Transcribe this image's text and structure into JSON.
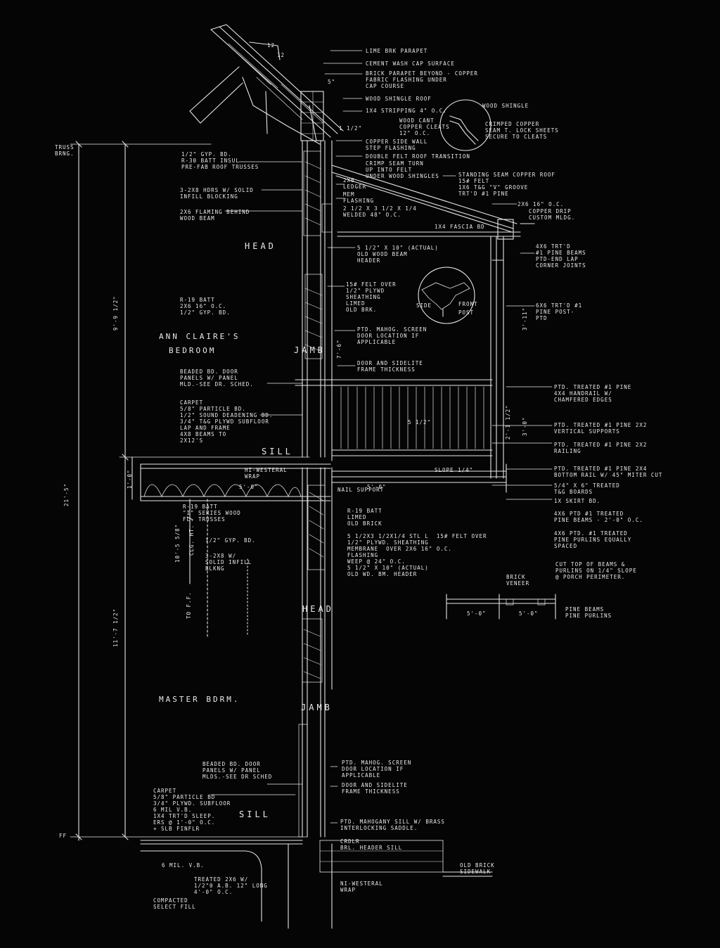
{
  "drawing": {
    "rooms": {
      "upper": [
        "ANN CLAIRE'S",
        "BEDROOM"
      ],
      "lower": "MASTER BDRM."
    },
    "section_labels": {
      "head_upper": "HEAD",
      "jamb_upper": "JAMB",
      "sill_upper": "SILL",
      "head_lower": "HEAD",
      "jamb_lower": "JAMB",
      "sill_lower": "SILL"
    },
    "left_notes": {
      "truss_brg": "TRUSS\nBRNG.",
      "ceiling": "1/2\" GYP. BD.\nR-30 BATT INSUL\nPRE-FAB ROOF TRUSSES",
      "hdrs": "3-2x8 HDRS W/ SOLID\nINFILL BLOCKING",
      "framing": "2x6 FLAMING BEHIND\nWOOD BEAM",
      "wall": "R-19 BATT\n2x6 16\" O.C.\n1/2\" GYP. BD.",
      "door_panels": "BEADED BD. DOOR\nPANELS W/ PANEL\nMLD.-SEE DR. SCHED.",
      "floor": "CARPET\n5/8\" PARTICLE BD.\n1/2\" SOUND DEADENING BD.\n3/4\" T&G PLYWD SUBFLOOR\nLAP AND FRAME\n4x8 BEAMS TO\n2x12'S",
      "truss_floor": "R-19 BATT\n\"I\" SERIES WOOD\nFL. TRUSSES",
      "gyp": "1/2\" GYP. BD.",
      "infill": "3-2x8 W/\nSOLID INFILL\nBLKNG",
      "door_panels_lower": "BEADED BD. DOOR\nPANELS W/ PANEL\nMLDS.-SEE DR SCHED",
      "floor_lower": "CARPET\n5/8\" PARTICLE BD\n3/4\" PLYWD. SUBFLOOR\n6 MIL V.B.\n1x4 TRT'D SLEEP.\nERS @ 1'-0\" O.C.\n+ SLB FINFLR",
      "vb": "6 MIL. V.B.",
      "bolts": "TREATED 2x6 W/\n1/2\"0 A.B. 12\" LONG\n4'-0\" O.C.",
      "fill": "COMPACTED\nSELECT FILL",
      "ff": "FF"
    },
    "center_notes": {
      "parapet": "LIME BRK PARAPET",
      "cap": "CEMENT WASH CAP SURFACE",
      "brick_parapet": "BRICK PARAPET BEYOND - COPPER\nFABRIC FLASHING UNDER\nCAP COURSE",
      "shingle_roof": "WOOD SHINGLE ROOF",
      "stripping": "1x4 STRIPPING 4\" O.C.",
      "cant": "WOOD CANT\nCOPPER CLEATS\n12\" O.C.",
      "side_wall": "COPPER SIDE WALL\nSTEP FLASHING",
      "transition": "DOUBLE FELT ROOF TRANSITION",
      "crimp": "CRIMP SEAM TURN\nUP INTO FELT\nUNDER WOOD SHINGLES",
      "ledger": "2x6\nLEDGER",
      "mem": "MEM\nFLASHING",
      "weep": "2 1/2 x 3 1/2 x 1/4\nWELDED 48\" O.C.",
      "beam_header": "5 1/2\" x 10\" (ACTUAL)\nOLD WOOD BEAM\nHEADER",
      "felt_over": "15# FELT OVER\n1/2\" PLYWD\nSHEATHING\nLIMED\nOLD BRK.",
      "screen": "PTD. MAHOG. SCREEN\nDOOR LOCATION IF\nAPPLICABLE",
      "sidelite": "DOOR AND SIDELITE\nFRAME THICKNESS",
      "vapor": "HI-WESTERAL\nWRAP",
      "nail": "NAIL SUPPORT",
      "batt": "R-19 BATT\nLIMED\nOLD BRICK",
      "felt_lower": "5 1/2x3 1/2x1/4 STL L  15# FELT OVER\n1/2\" PLYWD. SHEATHING\nMEMBRANE  OVER 2x6 16\" O.C.\nFLASHING\nWEEP @ 24\" O.C.\n5 1/2\" x 10\" (ACTUAL)\nOLD WD. BM. HEADER",
      "screen_lower": "PTD. MAHOG. SCREEN\nDOOR LOCATION IF\nAPPLICABLE",
      "sidelite_lower": "DOOR AND SIDELITE\nFRAME THICKNESS",
      "sill_brass": "PTD. MAHOGANY SILL W/ BRASS\nINTERLOCKING SADDLE.",
      "brick_sill": "CRDLR\nBRL. HEADER SILL",
      "wrap_lower": "NI-WESTERAL\nWRAP",
      "sidewalk": "OLD BRICK\nSIDEWALK",
      "slope": "SLOPE 1/4\""
    },
    "right_notes": {
      "wood_shingle": "WOOD SHINGLE",
      "copper": "CRIMPED COPPER\nSEAM T. LOCK SHEETS\nSECURE TO CLEATS",
      "standing": "STANDING SEAM COPPER ROOF\n15# FELT\n1x6 T&G \"V\" GROOVE\nTRT'D #1 PINE",
      "rafters": "2x6 16\" O.C.",
      "drip": "COPPER DRIP\nCUSTOM MLDG.",
      "fascia": "1x4 FASCIA BD",
      "beams": "4x6 TRT'D\n#1 PINE BEAMS\nPTD-END LAP\nCORNER JOINTS",
      "post": "6x6 TRT'D #1\nPINE POST-\nPTD",
      "handrail": "PTD. TREATED #1 PINE\n4x4 HANDRAIL W/\nCHAMFERED EDGES",
      "vertical": "PTD. TREATED #1 PINE 2x2\nVERTICAL SUPPORTS",
      "railing": "PTD. TREATED #1 PINE 2x2\nRAILING",
      "bottom_rail": "PTD. TREATED #1 PINE 2x4\nBOTTOM RAIL W/ 45° MITER CUT",
      "tg": "5/4\" x 6\" TREATED\nT&G BOARDS",
      "skirt": "1x SKIRT BD.",
      "pine_beams": "4x6 PTD #1 TREATED\nPINE BEAMS - 2'-0\" O.C.",
      "purlins": "4x6 PTD. #1 TREATED\nPINE PURLINS EQUALLY\nSPACED",
      "cut_top": "CUT TOP OF BEAMS &\nPURLINS ON 1/4\" SLOPE\n@ PORCH PERIMETER.",
      "brick_veneer": "BRICK\nVENEER",
      "pine_beams_key": "PINE BEAMS\nPINE PURLINS",
      "post_detail": [
        "SIDE",
        "FRONT",
        "POST"
      ]
    },
    "dimensions": {
      "overall": "21'-5\"",
      "upper": "9'-9 1/2\"",
      "lower": "11'-7 1/2\"",
      "floor": "1'-0\"",
      "ceiling": "10'-5 5/8\"",
      "ceiling_lower": "CLG. HT.",
      "to_ff": "TO F.F.",
      "porch_a": "5'-0\"",
      "porch_b": "5'-0\"",
      "deck": "5'-0\"",
      "deck2": "5'-0\"",
      "rail_a": "2'-1 1/2\"",
      "rail_b": "3'-0\"",
      "post_h": "3'-11\"",
      "pitch": "12",
      "pitch_rise": "12",
      "five": "5\"",
      "one_half": "1 1/2\"",
      "door_dim": "7'-6\"",
      "bal": "5 1/2\""
    }
  }
}
